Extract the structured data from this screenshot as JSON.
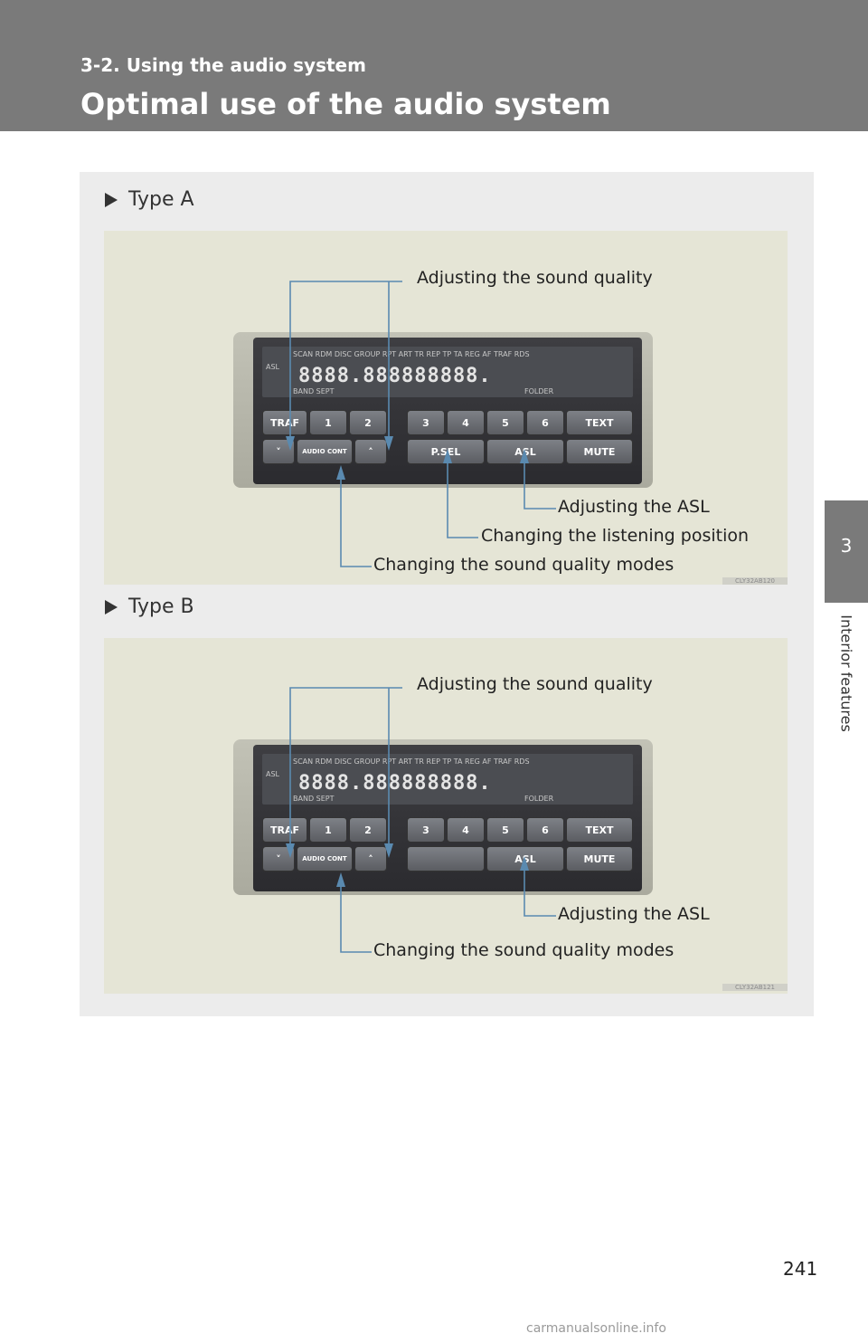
{
  "header": {
    "section": "3-2. Using the audio system",
    "title": "Optimal use of the audio system"
  },
  "side_tab": {
    "chapter_number": "3",
    "chapter_label": "Interior features"
  },
  "page_number": "241",
  "footer": "carmanualsonline.info",
  "figures": [
    {
      "heading": "Type A",
      "code": "CLY32AB120",
      "callouts": {
        "sound_quality": "Adjusting the sound quality",
        "asl": "Adjusting the ASL",
        "listening_position": "Changing the listening position",
        "sound_modes": "Changing the sound quality modes"
      },
      "unit": {
        "lcd_top": "SCAN RDM DISC GROUP RPT ART TR REP TP TA REG AF TRAF RDS",
        "lcd_left": "ASL",
        "lcd_digits": "8888.888888888.",
        "lcd_bottom": "BAND   SEPT",
        "lcd_folder": "FOLDER",
        "row1": [
          "TRAF",
          "1",
          "2",
          "3",
          "4",
          "5",
          "6",
          "TEXT"
        ],
        "row2": [
          "˅",
          "AUDIO CONT",
          "˄",
          "P.SEL",
          "ASL",
          "MUTE"
        ]
      }
    },
    {
      "heading": "Type B",
      "code": "CLY32AB121",
      "callouts": {
        "sound_quality": "Adjusting the sound quality",
        "asl": "Adjusting the ASL",
        "sound_modes": "Changing the sound quality modes"
      },
      "unit": {
        "lcd_top": "SCAN RDM DISC GROUP RPT ART TR REP TP TA REG AF TRAF RDS",
        "lcd_left": "ASL",
        "lcd_digits": "8888.888888888.",
        "lcd_bottom": "BAND   SEPT",
        "lcd_folder": "FOLDER",
        "row1": [
          "TRAF",
          "1",
          "2",
          "3",
          "4",
          "5",
          "6",
          "TEXT"
        ],
        "row2": [
          "˅",
          "AUDIO CONT",
          "˄",
          "",
          "ASL",
          "MUTE"
        ]
      }
    }
  ]
}
